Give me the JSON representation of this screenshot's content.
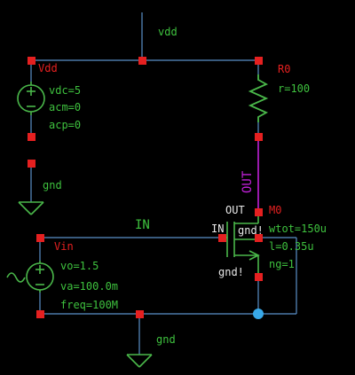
{
  "colors": {
    "background": "#000000",
    "wire": "#5a8fc8",
    "component": "#4ab84a",
    "terminal": "#e52020",
    "label": "#3ec13e",
    "instance": "#e52020",
    "net": "#c020d8",
    "pin_text": "#e8e8e8",
    "select_dot": "#38a8e8"
  },
  "nets": {
    "vdd": "vdd",
    "gnd_top": "gnd",
    "gnd_bottom": "gnd",
    "in": "IN",
    "out": "OUT"
  },
  "vdd_source": {
    "name": "Vdd",
    "params": [
      "vdc=5",
      "acm=0",
      "acp=0"
    ]
  },
  "resistor": {
    "name": "R0",
    "params": [
      "r=100"
    ]
  },
  "transistor": {
    "name": "M0",
    "pins": {
      "drain": "OUT",
      "gate": "IN",
      "body": "gnd!",
      "source": "gnd!"
    },
    "params": [
      "wtot=150u",
      "l=0.35u",
      "ng=1"
    ]
  },
  "vin_source": {
    "name": "Vin",
    "params": [
      "vo=1.5",
      "va=100.0m",
      "freq=100M"
    ]
  }
}
